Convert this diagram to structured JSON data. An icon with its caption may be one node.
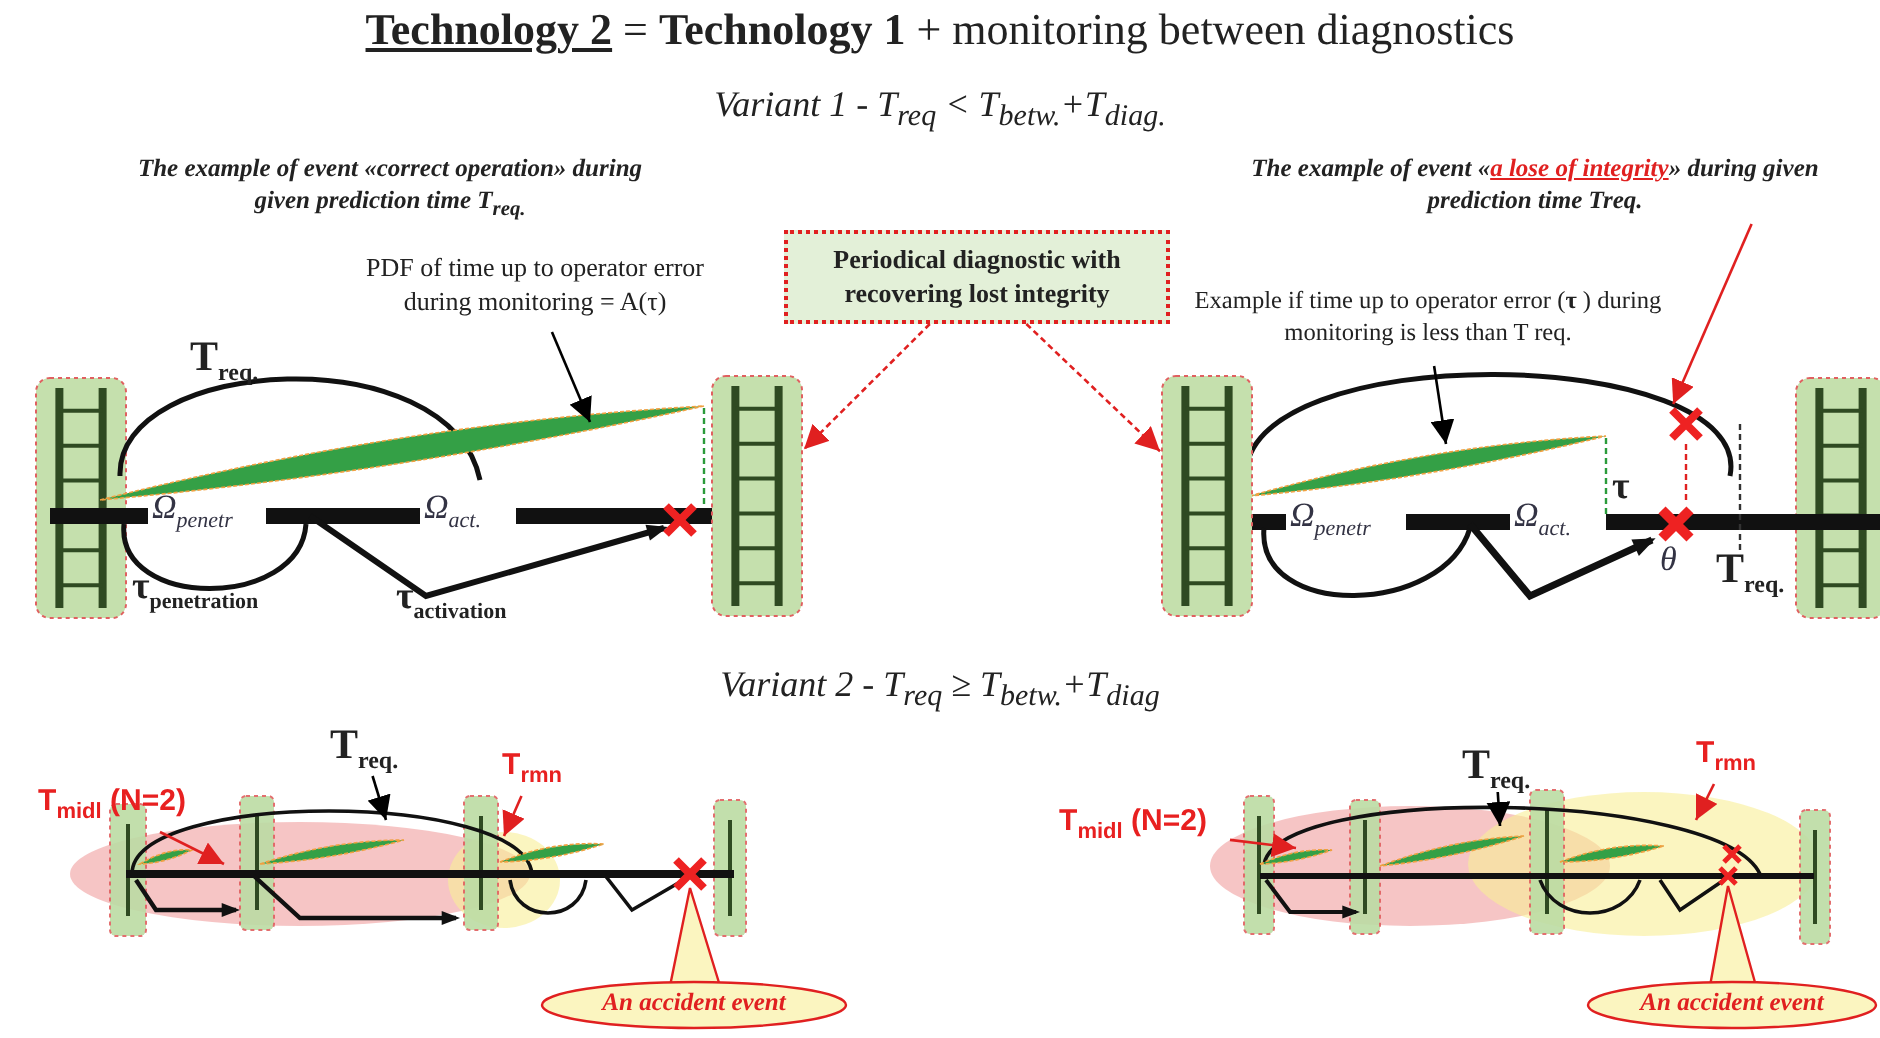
{
  "diagram": {
    "title": "**Technology 2** = **Technology 1** + monitoring between diagnostics",
    "nodes": [
      {
        "text": [
          "Periodical diagnostic with recovering lost integrity"
        ]
      },
      {
        "text": [
          "The example of event «**a lose of integrity**» during given prediction time Treq."
        ]
      },
      {
        "text": [
          "PDF of time up to operator error during monitoring = A(τ)"
        ]
      },
      {
        "text": [
          "Example if time up to operator error (**τ** ) during monitoring is less than T req."
        ]
      },
      {
        "text": [],
        "shape": "box"
      },
      {
        "text": [],
        "shape": "box"
      },
      {
        "text": [],
        "shape": "cross"
      },
      {
        "text": [
          "T$_{midl}$ (N=2)"
        ]
      },
      {
        "text": [
          "T$_{req.}$"
        ]
      },
      {
        "text": [
          "T$_{rmn}$"
        ]
      },
      {
        "text": [
          "An accident event"
        ]
      },
      {
        "text": [
          "T$_{midl}$ (N=2)"
        ]
      },
      {
        "text": [
          "T$_{req.}$"
        ]
      },
      {
        "text": [
          "T$_{rmn}$"
        ]
      },
      {
        "text": [
          "An accident event"
        ]
      }
    ],
    "edges": [
      {
        "from": 0,
        "to": 4,
        "arrow": "to",
        "style": "dashed"
      },
      {
        "from": 0,
        "to": 5,
        "arrow": "to",
        "style": "dashed"
      },
      {
        "from": 1,
        "to": 6,
        "arrow": "to"
      },
      {
        "from": 2,
        "to": null,
        "arrow": "to",
        "color": "#000000"
      },
      {
        "from": 3,
        "to": null,
        "arrow": "to",
        "color": "#000000"
      },
      {
        "from": 7,
        "to": null,
        "arrow": "to"
      },
      {
        "from": 8,
        "to": null,
        "arrow": "to",
        "color": "#000000"
      },
      {
        "from": 9,
        "to": null,
        "arrow": "to"
      },
      {
        "from": 11,
        "to": null,
        "arrow": "to"
      },
      {
        "from": 12,
        "to": null,
        "arrow": "to",
        "color": "#000000"
      },
      {
        "from": 13,
        "to": null,
        "arrow": "to"
      }
    ],
    "labels": [
      "Variant 1 - T$_{req}$ < T$_{betw.}$+T$_{diag.}$",
      "The example of event «correct operation» during given prediction time T$_{req.}$",
      "T$_{req.}$",
      "Ω$_{penetr}$",
      "Ω$_{act.}$",
      "τ$_{penetration}$",
      "τ$_{activation}$",
      "Ω$_{penetr}$",
      "Ω$_{act.}$",
      "τ",
      "θ",
      "T$_{req.}$",
      "Variant 2 - T$_{req}$ ≥ T$_{betw.}$+T$_{diag}$"
    ]
  }
}
